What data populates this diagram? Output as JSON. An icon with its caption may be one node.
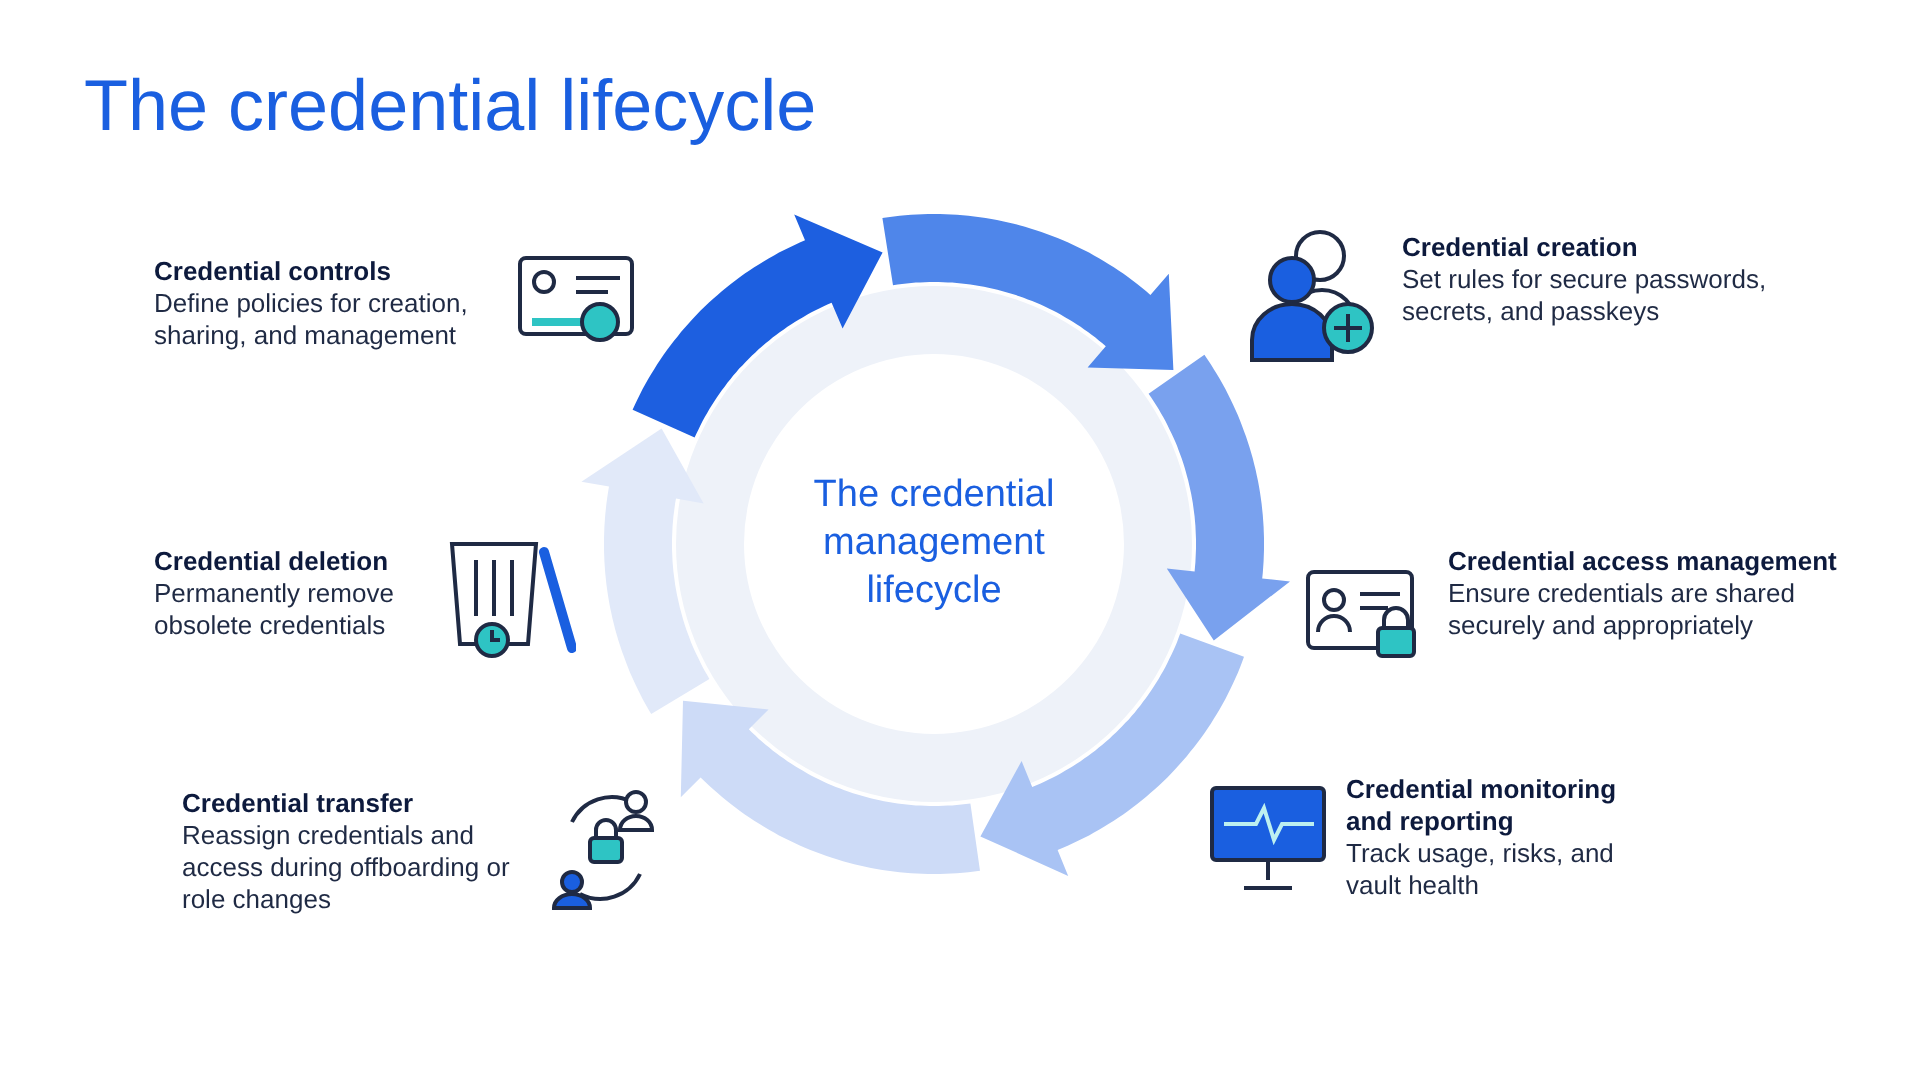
{
  "diagram": {
    "title": "The credential lifecycle",
    "nodes": [
      {
        "text": [
          "The credential management lifecycle"
        ]
      },
      {
        "text": [
          "Credential creation",
          "Set rules for secure passwords, secrets, and passkeys"
        ]
      },
      {
        "text": [
          "Credential access management",
          "Ensure credentials are shared securely and appropriately"
        ]
      },
      {
        "text": [
          "Credential monitoring and reporting",
          "Track usage, risks, and vault health"
        ]
      },
      {
        "text": [
          "Credential transfer",
          "Reassign credentials and access during offboarding or role changes"
        ]
      },
      {
        "text": [
          "Credential deletion",
          "Permanently remove obsolete credentials"
        ]
      },
      {
        "text": [
          "Credential controls",
          "Define policies for creation, sharing, and management"
        ]
      }
    ]
  }
}
